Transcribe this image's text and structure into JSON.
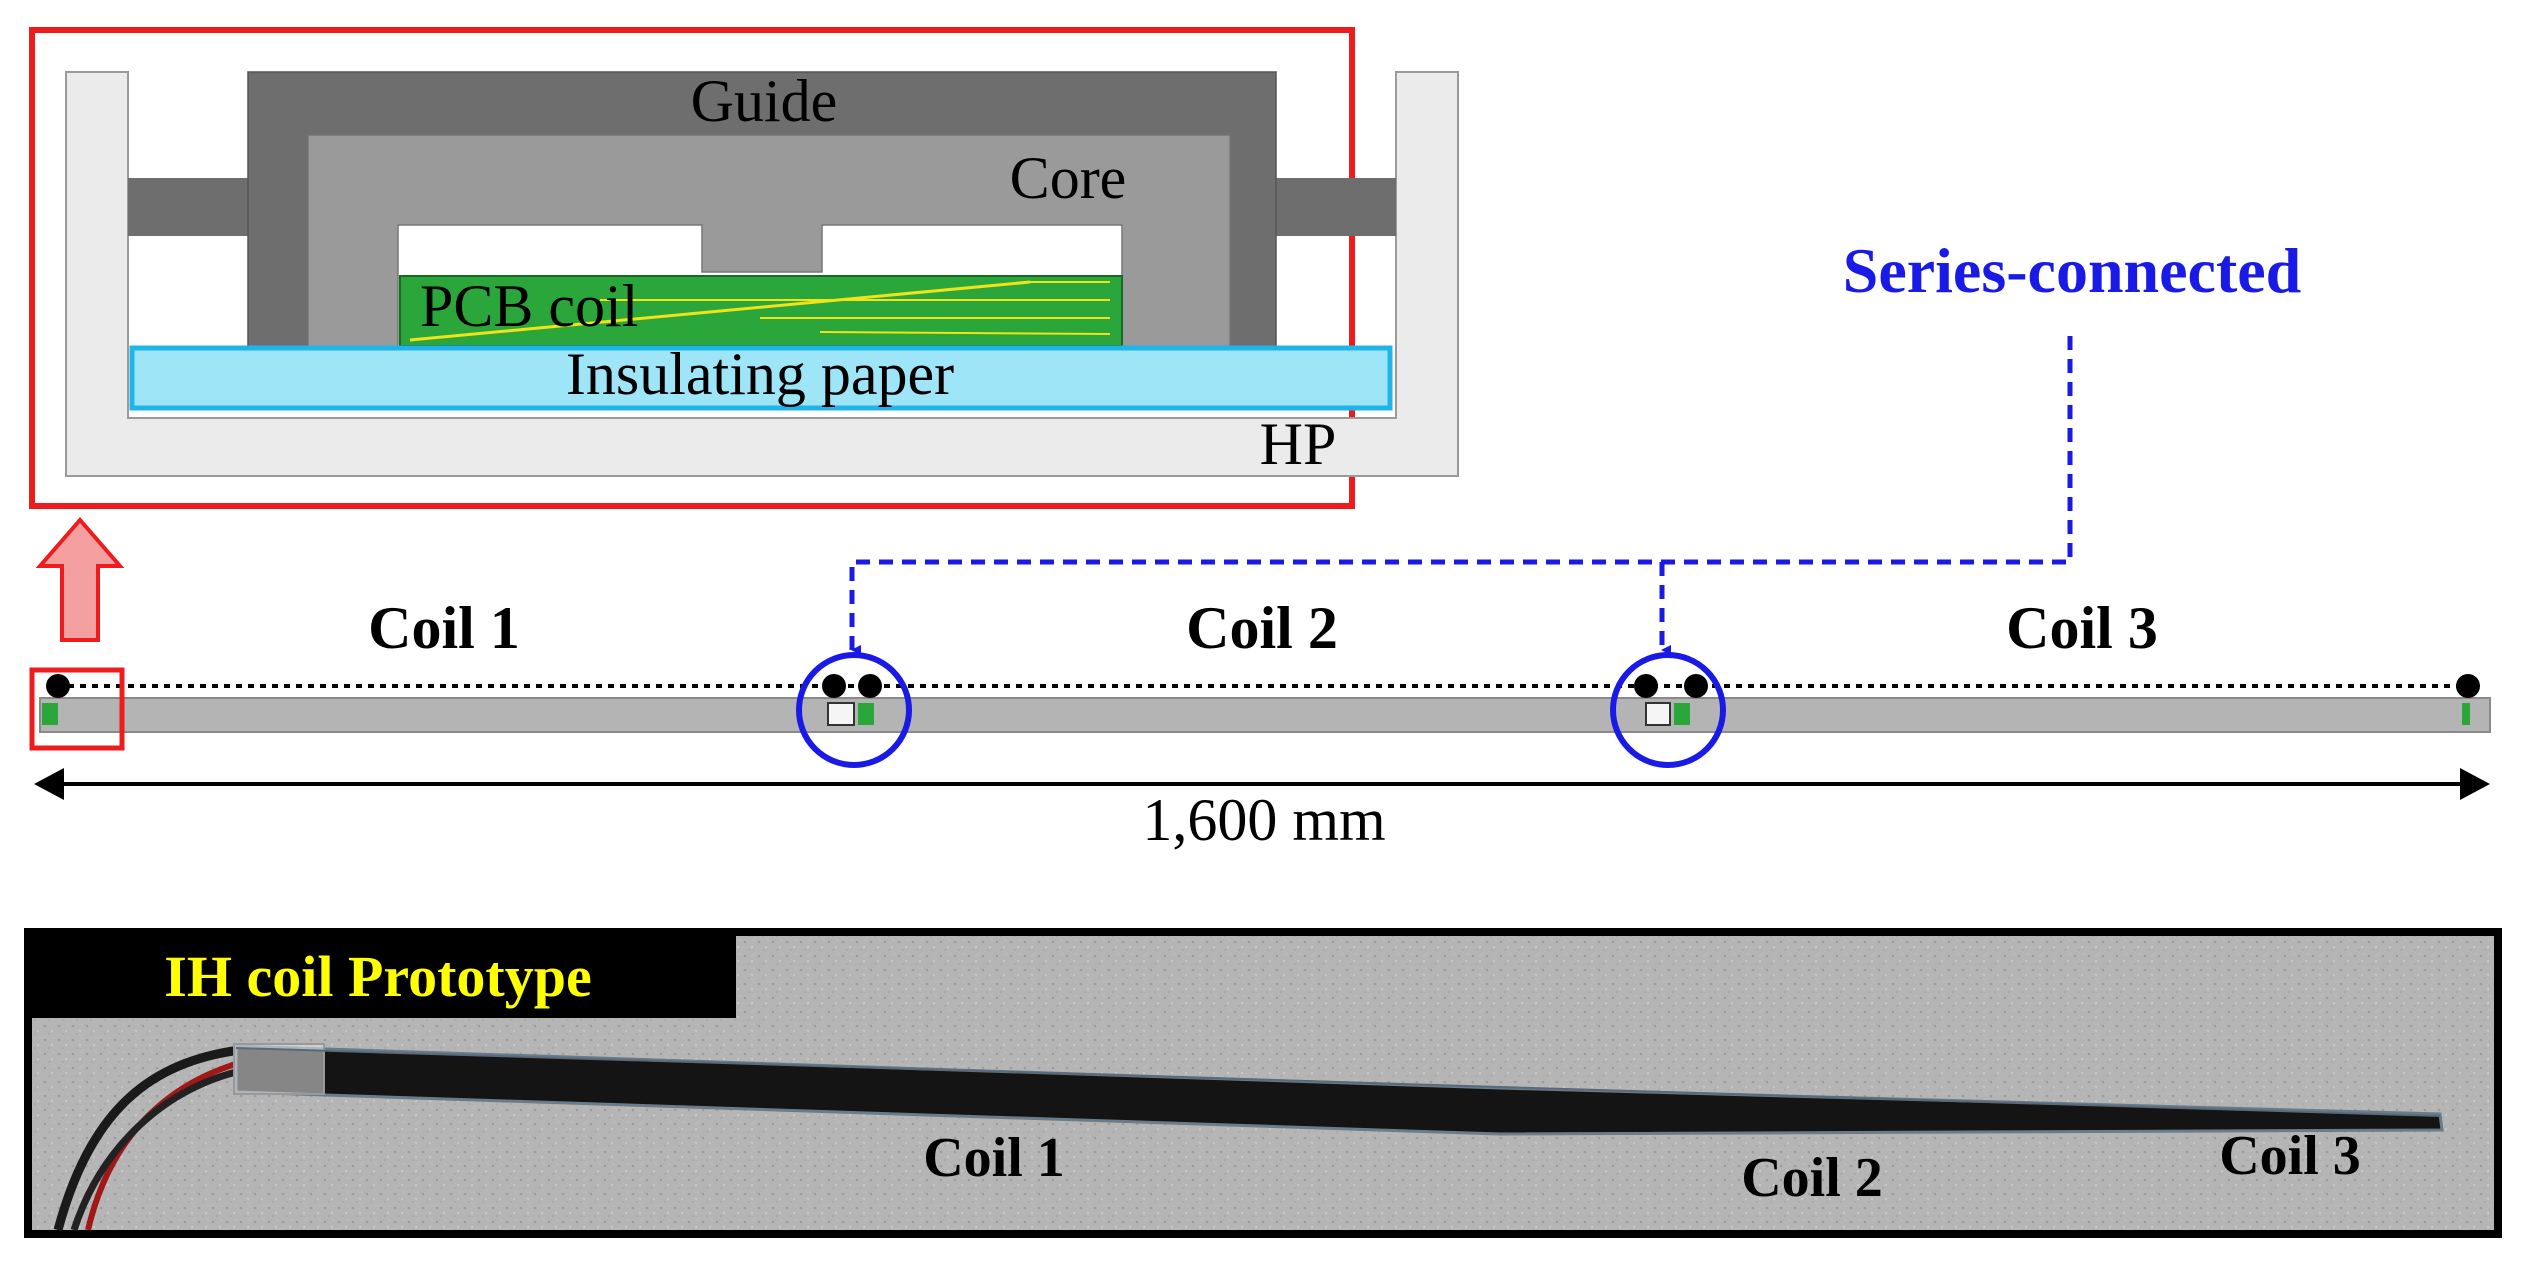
{
  "inset": {
    "labels": {
      "guide": "Guide",
      "core": "Core",
      "pcb_coil": "PCB coil",
      "insulating_paper": "Insulating paper",
      "hp": "HP"
    },
    "colors": {
      "frame": "#ee1c1c",
      "guide": "#6e6e6e",
      "core": "#9a9a9a",
      "pcb": "#2aa63a",
      "pcb_trace": "#f0e31a",
      "paper_fill": "#9ee6f7",
      "paper_border": "#1fb4ea",
      "hp": "#ebebeb"
    }
  },
  "layout_diagram": {
    "series_label": "Series-connected",
    "coils": [
      "Coil 1",
      "Coil 2",
      "Coil 3"
    ],
    "dimension": "1,600 mm",
    "colors": {
      "series": "#1a1ae6",
      "arrow_up": "#f4a0a0",
      "arrow_up_border": "#ee1c1c",
      "bar": "#b4b4b4"
    }
  },
  "prototype": {
    "title": "IH coil Prototype",
    "coil_labels": [
      "Coil 1",
      "Coil 2",
      "Coil 3"
    ],
    "colors": {
      "title_bg": "#000000",
      "title_text": "#ffff00",
      "photo_bg": "#b3b3b3",
      "rod": "#141414"
    }
  }
}
